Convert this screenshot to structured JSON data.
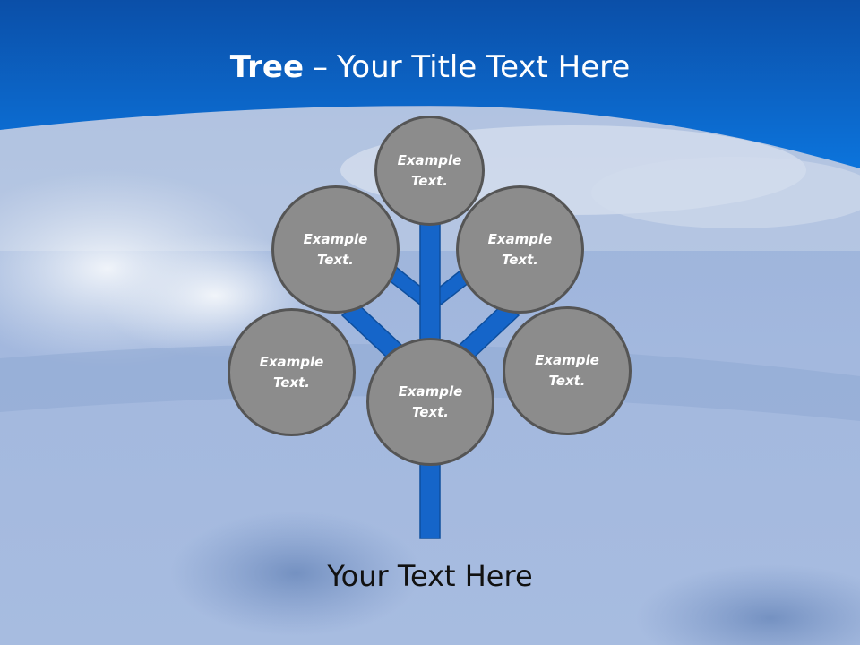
{
  "header": {
    "title_bold": "Tree",
    "title_separator": "–",
    "title_rest": "Your Title Text Here"
  },
  "tree": {
    "nodes": [
      {
        "line1": "Example",
        "line2": "Text."
      },
      {
        "line1": "Example",
        "line2": "Text."
      },
      {
        "line1": "Example",
        "line2": "Text."
      },
      {
        "line1": "Example",
        "line2": "Text."
      },
      {
        "line1": "Example",
        "line2": "Text."
      },
      {
        "line1": "Example",
        "line2": "Text."
      }
    ]
  },
  "caption": "Your Text Here",
  "colors": {
    "header_blue": "#0a66c8",
    "trunk_blue": "#1565c9",
    "node_fill": "#8c8c8c",
    "node_border": "#555555"
  }
}
